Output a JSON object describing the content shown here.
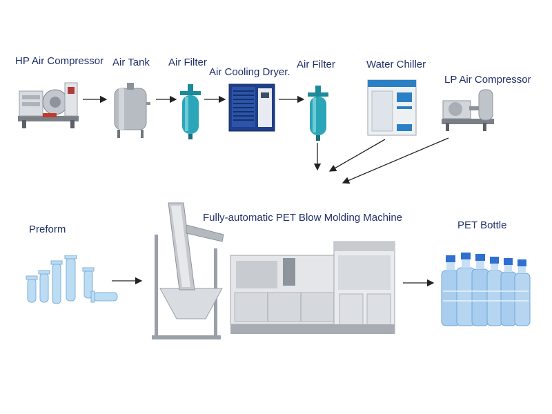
{
  "labels": {
    "hp_air_compressor": "HP Air Compressor",
    "air_tank": "Air Tank",
    "air_filter_1": "Air Filter",
    "air_cooling_dryer": "Air Cooling Dryer.",
    "air_filter_2": "Air Filter",
    "water_chiller": "Water Chiller",
    "lp_air_compressor": "LP Air Compressor",
    "preform": "Preform",
    "machine": "Fully-automatic PET Blow Molding Machine",
    "pet_bottle": "PET Bottle"
  },
  "colors": {
    "label_text": "#1f2f6b",
    "arrow": "#222222",
    "filter_teal": "#2aa6b8",
    "dryer_blue": "#1f3f8a",
    "chiller_blue": "#2b7fc4",
    "machine_gray": "#c9ccd1",
    "bottle_cap": "#2f6fd0",
    "water": "#a9cdee"
  }
}
